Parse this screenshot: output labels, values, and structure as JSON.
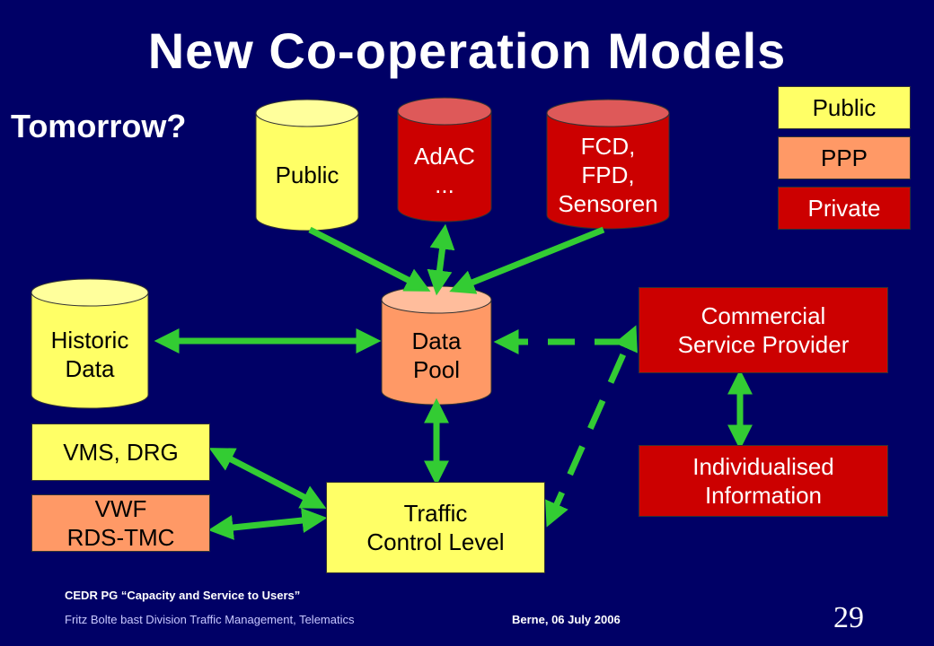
{
  "slide": {
    "title": "New Co-operation Models",
    "subtitle": "Tomorrow?",
    "page_number": "29"
  },
  "legend": [
    {
      "label": "Public",
      "color": "#ffff66"
    },
    {
      "label": "PPP",
      "color": "#ff9966"
    },
    {
      "label": "Private",
      "color": "#cc0000"
    }
  ],
  "nodes": {
    "public_db": {
      "label": "Public",
      "color": "#ffff66"
    },
    "adac_db": {
      "label": "AdAC\n...",
      "color": "#cc0000"
    },
    "fcd_db": {
      "label": "FCD,\nFPD,\nSensoren",
      "color": "#cc0000"
    },
    "historic_db": {
      "label": "Historic\nData",
      "color": "#ffff66"
    },
    "data_pool_db": {
      "label": "Data\nPool",
      "color": "#ff9966"
    },
    "commercial_box": {
      "label": "Commercial\nService Provider",
      "color": "#cc0000"
    },
    "individualised_box": {
      "label": "Individualised\nInformation",
      "color": "#cc0000"
    },
    "vms_box": {
      "label": "VMS, DRG",
      "color": "#ffff66"
    },
    "vwf_box": {
      "label": "VWF\nRDS-TMC",
      "color": "#ff9966"
    },
    "traffic_box": {
      "label": "Traffic\nControl Level",
      "color": "#ffff66"
    }
  },
  "connector_color": "#33cc33",
  "footer": {
    "project": "CEDR PG “Capacity and Service to Users”",
    "author": "Fritz Bolte  bast Division Traffic Management, Telematics",
    "venue_date": "Berne, 06 July 2006"
  }
}
